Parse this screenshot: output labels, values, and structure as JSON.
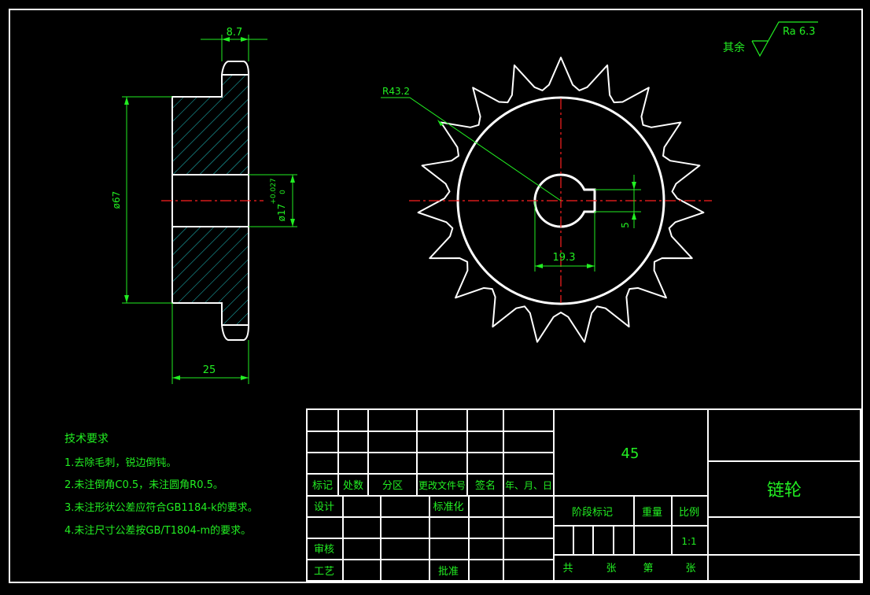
{
  "colors": {
    "background": "#000000",
    "outline": "#ffffff",
    "dimension": "#22ee22",
    "centerline": "#ff2020",
    "hatch": "#20c8c8",
    "text": "#22ee22"
  },
  "side_view": {
    "dim_hub_width": "8.7",
    "dim_outer_dia": "ø67",
    "dim_bore": "ø17",
    "dim_bore_tol_upper": "+0.027",
    "dim_bore_tol_lower": "0",
    "dim_length": "25"
  },
  "front_view": {
    "teeth_count": 19,
    "dim_radius": "R43.2",
    "dim_keyway_depth": "19.3",
    "dim_keyway_width": "5"
  },
  "surface_finish": {
    "prefix": "其余",
    "value": "Ra 6.3"
  },
  "notes": {
    "title": "技术要求",
    "items": [
      "1.去除毛刺，锐边倒钝。",
      "2.未注倒角C0.5，未注圆角R0.5。",
      "3.未注形状公差应符合GB1184-k的要求。",
      "4.未注尺寸公差按GB/T1804-m的要求。"
    ]
  },
  "title_block": {
    "header_row": [
      "标记",
      "处数",
      "分区",
      "更改文件号",
      "签名",
      "年、月、日"
    ],
    "design": "设计",
    "standardization": "标准化",
    "review": "审核",
    "process": "工艺",
    "approve": "批准",
    "material": "45",
    "stage_label": "阶段标记",
    "weight_label": "重量",
    "scale_label": "比例",
    "scale_value": "1:1",
    "total": "共",
    "sheets": "张",
    "sheet_no": "第",
    "sheet_unit": "张",
    "part_name": "链轮"
  }
}
